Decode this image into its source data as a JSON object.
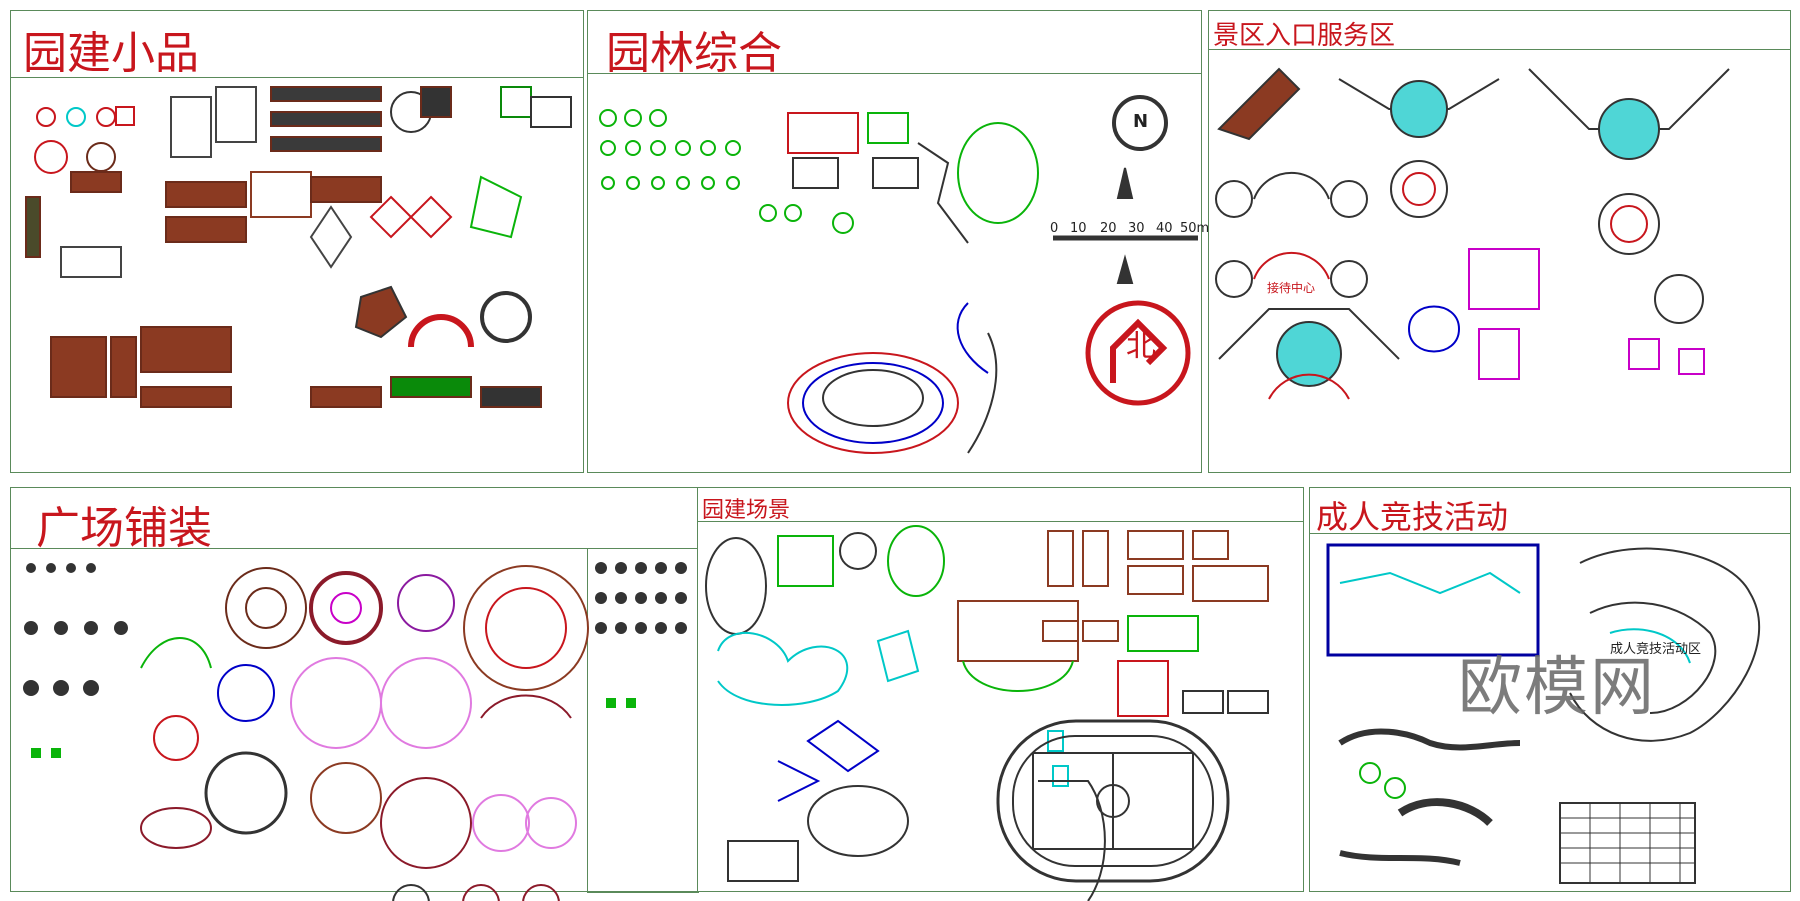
{
  "panels": {
    "p1": {
      "title": "园建小品"
    },
    "p2": {
      "title": "园林综合"
    },
    "p3": {
      "title": "景区入口服务区"
    },
    "p4": {
      "title": "广场铺装"
    },
    "p5": {
      "title": "园建场景"
    },
    "p6": {
      "title": "成人竞技活动"
    }
  },
  "labels": {
    "north_letter": "N",
    "north_char": "北",
    "scale_ticks": [
      "0",
      "10",
      "20",
      "30",
      "40",
      "50m"
    ],
    "reception_center": "接待中心",
    "adult_zone": "成人竞技活动区"
  },
  "watermark": {
    "main": "欧模网",
    "faint": "欧模网"
  },
  "colors": {
    "title_red": "#c8161d",
    "frame_green": "#5a8a5a",
    "cyan": "#00c8c8",
    "magenta": "#c800c8",
    "brown": "#6b2b1a"
  }
}
